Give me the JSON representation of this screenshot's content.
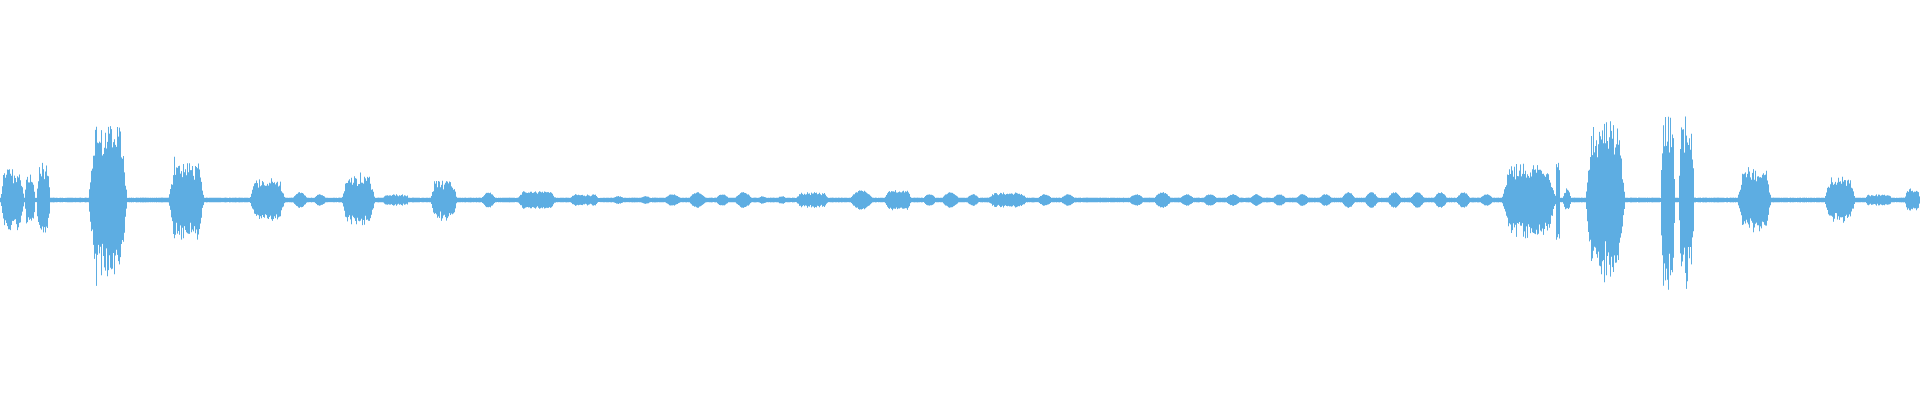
{
  "colors": {
    "background": "#ffffff",
    "waveform": "#5dade2"
  },
  "waveform": {
    "description_visible_text": "",
    "baseline_amplitude": 0.012,
    "segments": [
      {
        "start": 0.0,
        "end": 0.012,
        "amp": 0.17,
        "shape": "burst"
      },
      {
        "start": 0.013,
        "end": 0.018,
        "amp": 0.14,
        "shape": "burst"
      },
      {
        "start": 0.019,
        "end": 0.026,
        "amp": 0.2,
        "shape": "burst"
      },
      {
        "start": 0.046,
        "end": 0.066,
        "amp": 0.44,
        "shape": "burst"
      },
      {
        "start": 0.088,
        "end": 0.106,
        "amp": 0.22,
        "shape": "burst"
      },
      {
        "start": 0.13,
        "end": 0.148,
        "amp": 0.12,
        "shape": "burst"
      },
      {
        "start": 0.152,
        "end": 0.16,
        "amp": 0.04,
        "shape": "bulb"
      },
      {
        "start": 0.163,
        "end": 0.17,
        "amp": 0.03,
        "shape": "bulb"
      },
      {
        "start": 0.178,
        "end": 0.195,
        "amp": 0.14,
        "shape": "burst"
      },
      {
        "start": 0.198,
        "end": 0.214,
        "amp": 0.03,
        "shape": "burst"
      },
      {
        "start": 0.224,
        "end": 0.238,
        "amp": 0.11,
        "shape": "burst"
      },
      {
        "start": 0.25,
        "end": 0.258,
        "amp": 0.04,
        "shape": "bulb"
      },
      {
        "start": 0.269,
        "end": 0.29,
        "amp": 0.05,
        "shape": "burst"
      },
      {
        "start": 0.296,
        "end": 0.312,
        "amp": 0.03,
        "shape": "burst"
      },
      {
        "start": 0.318,
        "end": 0.326,
        "amp": 0.02,
        "shape": "bulb"
      },
      {
        "start": 0.332,
        "end": 0.34,
        "amp": 0.02,
        "shape": "bulb"
      },
      {
        "start": 0.345,
        "end": 0.355,
        "amp": 0.03,
        "shape": "bulb"
      },
      {
        "start": 0.358,
        "end": 0.368,
        "amp": 0.04,
        "shape": "bulb"
      },
      {
        "start": 0.372,
        "end": 0.38,
        "amp": 0.03,
        "shape": "bulb"
      },
      {
        "start": 0.382,
        "end": 0.392,
        "amp": 0.04,
        "shape": "bulb"
      },
      {
        "start": 0.394,
        "end": 0.4,
        "amp": 0.02,
        "shape": "bulb"
      },
      {
        "start": 0.404,
        "end": 0.41,
        "amp": 0.02,
        "shape": "bulb"
      },
      {
        "start": 0.414,
        "end": 0.432,
        "amp": 0.04,
        "shape": "burst"
      },
      {
        "start": 0.442,
        "end": 0.455,
        "amp": 0.05,
        "shape": "bulb"
      },
      {
        "start": 0.46,
        "end": 0.475,
        "amp": 0.06,
        "shape": "burst"
      },
      {
        "start": 0.48,
        "end": 0.488,
        "amp": 0.03,
        "shape": "bulb"
      },
      {
        "start": 0.49,
        "end": 0.5,
        "amp": 0.04,
        "shape": "bulb"
      },
      {
        "start": 0.503,
        "end": 0.51,
        "amp": 0.03,
        "shape": "bulb"
      },
      {
        "start": 0.514,
        "end": 0.535,
        "amp": 0.04,
        "shape": "burst"
      },
      {
        "start": 0.54,
        "end": 0.548,
        "amp": 0.03,
        "shape": "bulb"
      },
      {
        "start": 0.552,
        "end": 0.56,
        "amp": 0.03,
        "shape": "bulb"
      },
      {
        "start": 0.587,
        "end": 0.596,
        "amp": 0.03,
        "shape": "bulb"
      },
      {
        "start": 0.6,
        "end": 0.61,
        "amp": 0.04,
        "shape": "bulb"
      },
      {
        "start": 0.614,
        "end": 0.622,
        "amp": 0.03,
        "shape": "bulb"
      },
      {
        "start": 0.626,
        "end": 0.634,
        "amp": 0.03,
        "shape": "bulb"
      },
      {
        "start": 0.638,
        "end": 0.646,
        "amp": 0.03,
        "shape": "bulb"
      },
      {
        "start": 0.65,
        "end": 0.658,
        "amp": 0.03,
        "shape": "bulb"
      },
      {
        "start": 0.662,
        "end": 0.67,
        "amp": 0.03,
        "shape": "bulb"
      },
      {
        "start": 0.674,
        "end": 0.682,
        "amp": 0.03,
        "shape": "bulb"
      },
      {
        "start": 0.686,
        "end": 0.694,
        "amp": 0.03,
        "shape": "bulb"
      },
      {
        "start": 0.698,
        "end": 0.706,
        "amp": 0.04,
        "shape": "bulb"
      },
      {
        "start": 0.71,
        "end": 0.718,
        "amp": 0.04,
        "shape": "bulb"
      },
      {
        "start": 0.722,
        "end": 0.73,
        "amp": 0.04,
        "shape": "bulb"
      },
      {
        "start": 0.734,
        "end": 0.742,
        "amp": 0.04,
        "shape": "bulb"
      },
      {
        "start": 0.746,
        "end": 0.754,
        "amp": 0.04,
        "shape": "bulb"
      },
      {
        "start": 0.758,
        "end": 0.766,
        "amp": 0.04,
        "shape": "bulb"
      },
      {
        "start": 0.77,
        "end": 0.778,
        "amp": 0.03,
        "shape": "bulb"
      },
      {
        "start": 0.782,
        "end": 0.81,
        "amp": 0.2,
        "shape": "burst"
      },
      {
        "start": 0.81,
        "end": 0.812,
        "amp": 0.3,
        "shape": "burst"
      },
      {
        "start": 0.814,
        "end": 0.818,
        "amp": 0.06,
        "shape": "bulb"
      },
      {
        "start": 0.826,
        "end": 0.846,
        "amp": 0.43,
        "shape": "burst"
      },
      {
        "start": 0.865,
        "end": 0.872,
        "amp": 0.48,
        "shape": "burst"
      },
      {
        "start": 0.874,
        "end": 0.882,
        "amp": 0.45,
        "shape": "burst"
      },
      {
        "start": 0.905,
        "end": 0.922,
        "amp": 0.17,
        "shape": "burst"
      },
      {
        "start": 0.95,
        "end": 0.966,
        "amp": 0.12,
        "shape": "burst"
      },
      {
        "start": 0.97,
        "end": 0.986,
        "amp": 0.03,
        "shape": "burst"
      },
      {
        "start": 0.992,
        "end": 1.0,
        "amp": 0.06,
        "shape": "burst"
      }
    ]
  }
}
